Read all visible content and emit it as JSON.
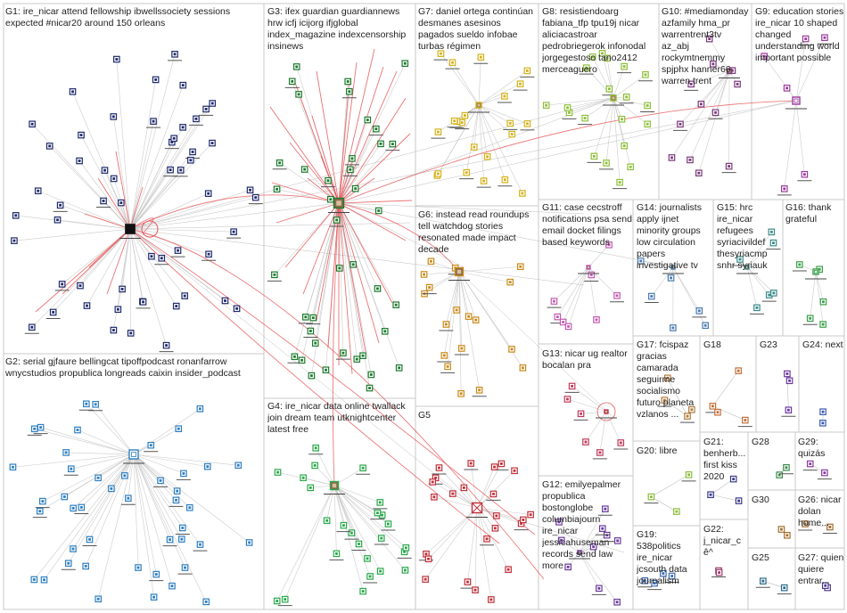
{
  "graph": {
    "edge_gray": "#bfbfbf",
    "edge_red": "#e8585a",
    "panel_border": "#c8c8c8",
    "groups": [
      {
        "id": "G1",
        "label": "G1: ire_nicar attend fellowship ibwellssociety sessions expected #nicar20 around 150 orleans",
        "color": "#1f2a6b"
      },
      {
        "id": "G2",
        "label": "G2: serial gjfaure bellingcat tipoffpodcast ronanfarrow wnycstudios propublica longreads caixin insider_podcast",
        "color": "#2f7fc0"
      },
      {
        "id": "G3",
        "label": "G3: ifex guardian guardiannews hrw icfj icijorg ifjglobal index_magazine indexcensorship insinews",
        "color": "#1d7a2e"
      },
      {
        "id": "G4",
        "label": "G4: ire_nicar data online twallack join dream team utknightcenter latest free",
        "color": "#2aa84a"
      },
      {
        "id": "G5",
        "label": "G5",
        "color": "#c0303a"
      },
      {
        "id": "G6",
        "label": "G6: instead read roundups tell watchdog stories resonated made impact decade",
        "color": "#c98a1a"
      },
      {
        "id": "G7",
        "label": "G7: daniel ortega continúan desmanes asesinos pagados sueldo infobae turbas régimen",
        "color": "#d4b21a"
      },
      {
        "id": "G8",
        "label": "G8: resistiendoarg fabiana_tfp tpu19j nicar aliciacastroar pedrobriegerok infonodal jorgegestoso tano2412 merceaguero",
        "color": "#8fbf3a"
      },
      {
        "id": "G9",
        "label": "G9: education stories ire_nicar 10 shaped changed understanding world important possible",
        "color": "#9a3a9a"
      },
      {
        "id": "G10",
        "label": "G10: #mediamonday azfamily hma_pr warrentrent3tv az_abj rockymtnemmy spjphx hanner66 warren trent",
        "color": "#7a3a7a"
      },
      {
        "id": "G11",
        "label": "G11: case cecstroff notifications psa send email docket filings based keywords",
        "color": "#c05ab0"
      },
      {
        "id": "G12",
        "label": "G12: emilyepalmer propublica bostonglobe columbiajourn ire_nicar jessicahuseman records send law more",
        "color": "#6a3a9a"
      },
      {
        "id": "G13",
        "label": "G13: nicar ug realtor bocalan pra",
        "color": "#c03a5a"
      },
      {
        "id": "G14",
        "label": "G14: journalists apply ijnet minority groups low circulation papers investigative tv",
        "color": "#4a7ab0"
      },
      {
        "id": "G15",
        "label": "G15: hrc ire_nicar refugees syriacivildef thesyriacmp snhr syriauk",
        "color": "#3a8a8a"
      },
      {
        "id": "G16",
        "label": "G16: thank grateful",
        "color": "#3aa04a"
      },
      {
        "id": "G17",
        "label": "G17: fcispaz gracias camarada seguirme socialismo futuro planeta vzlanos ...",
        "color": "#b07a3a"
      },
      {
        "id": "G18",
        "label": "G18",
        "color": "#c0703a"
      },
      {
        "id": "G19",
        "label": "G19: 538politics ire_nicar jcsouth data journalism",
        "color": "#3a6ab0"
      },
      {
        "id": "G20",
        "label": "G20: libre",
        "color": "#8abf3a"
      },
      {
        "id": "G21",
        "label": "G21: benherb... first kiss 2020",
        "color": "#3a3a8a"
      },
      {
        "id": "G22",
        "label": "G22: j_nicar_c ê^",
        "color": "#9a3a6a"
      },
      {
        "id": "G23",
        "label": "G23",
        "color": "#6a3aa0"
      },
      {
        "id": "G24",
        "label": "G24: next",
        "color": "#3a5ab0"
      },
      {
        "id": "G25",
        "label": "G25",
        "color": "#2a6a8a"
      },
      {
        "id": "G26",
        "label": "G26: nicar dolan home...",
        "color": "#a06a2a"
      },
      {
        "id": "G27",
        "label": "G27: quien quiere entrar...",
        "color": "#4a3a8a"
      },
      {
        "id": "G28",
        "label": "G28",
        "color": "#3a8a4a"
      },
      {
        "id": "G29",
        "label": "G29: quizás",
        "color": "#8a3aa0"
      },
      {
        "id": "G30",
        "label": "G30",
        "color": "#a0702a"
      }
    ]
  }
}
